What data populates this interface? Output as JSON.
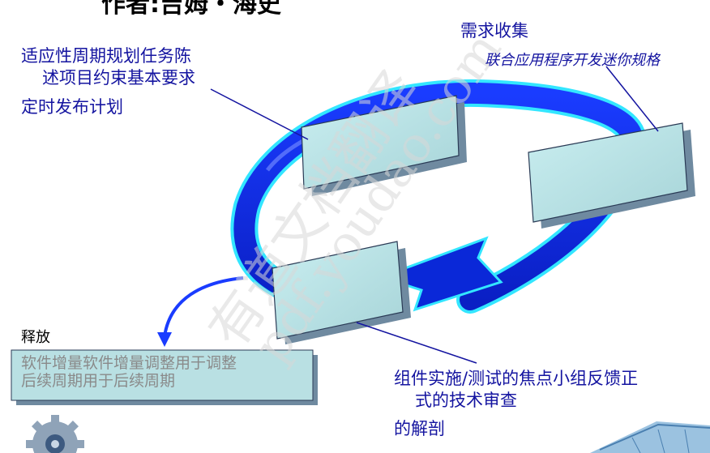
{
  "title": "作者:吉姆・海史",
  "labels": {
    "top_left_line1": "适应性周期规划任务陈",
    "top_left_line2": "述项目约束基本要求",
    "top_left_line3": "定时发布计划",
    "top_right_heading": "需求收集",
    "top_right_sub": "联合应用程序开发迷你规格",
    "release": "释放",
    "bottom_box_line1": "软件增量软件增量调整用于调整",
    "bottom_box_line2": "后续周期用于后续周期",
    "bottom_right_line1": "组件实施/测试的焦点小组反馈正",
    "bottom_right_line2": "式的技术审查",
    "bottom_right_line3": "的解剖"
  },
  "watermark": {
    "line1": "有道文档翻译",
    "line2": "pdf.youdao.com"
  },
  "colors": {
    "cycle_blue": "#0a28d8",
    "cycle_glow": "#33e6ff",
    "box_fill": "#b9e0e3",
    "text_blue": "#1414a0"
  },
  "icons": {
    "bottom_left": "gear-icon",
    "bottom_right": "building-icon"
  }
}
